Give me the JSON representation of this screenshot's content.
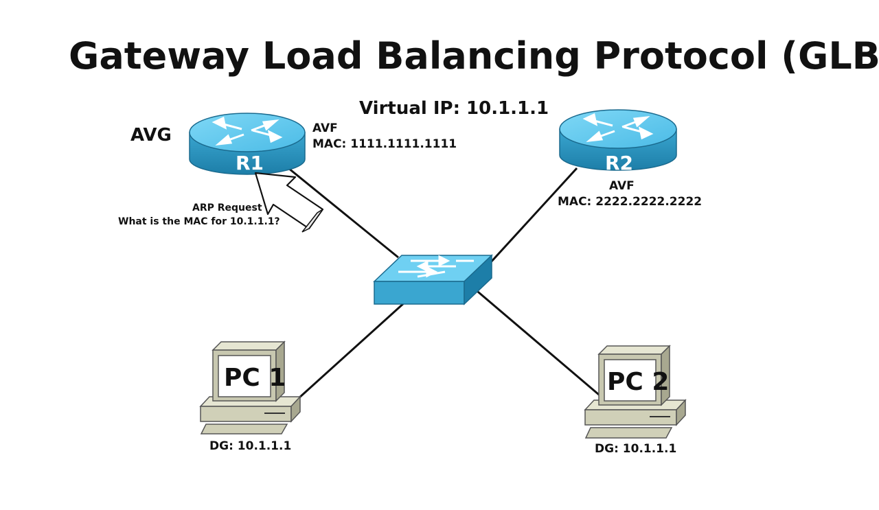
{
  "title": "Gateway Load Balancing Protocol (GLBP)",
  "virtual_ip": "Virtual IP: 10.1.1.1",
  "routers": [
    {
      "name": "R1",
      "role_tag": "AVG",
      "role": "AVF",
      "mac": "MAC: 1111.1111.1111"
    },
    {
      "name": "R2",
      "role": "AVF",
      "mac": "MAC: 2222.2222.2222"
    }
  ],
  "pcs": [
    {
      "name": "PC 1",
      "dg": "DG: 10.1.1.1"
    },
    {
      "name": "PC 2",
      "dg": "DG: 10.1.1.1"
    }
  ],
  "arp": {
    "line1": "ARP Request",
    "line2": "What is the MAC for 10.1.1.1?"
  },
  "colors": {
    "device_top": "#5ec8ee",
    "device_side": "#2a8fb8",
    "pc_body": "#d8d8c0",
    "pc_screen": "#ffffff"
  }
}
